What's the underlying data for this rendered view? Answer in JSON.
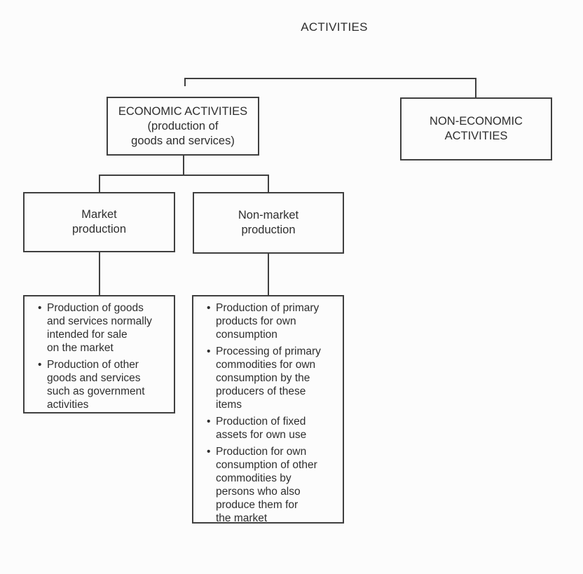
{
  "title": "ACTIVITIES",
  "bullet_char": "•",
  "nodes": {
    "economic": {
      "label": "ECONOMIC ACTIVITIES\n(production of\ngoods and services)"
    },
    "non_economic": {
      "label": "NON-ECONOMIC\nACTIVITIES"
    },
    "market": {
      "label": "Market\nproduction"
    },
    "non_market": {
      "label": "Non-market\nproduction"
    }
  },
  "market_details": {
    "items": [
      "Production of goods\nand services normally\nintended for sale\non the market",
      "Production of other\ngoods and services\nsuch as government\nactivities"
    ]
  },
  "non_market_details": {
    "items": [
      "Production of primary\nproducts for own\nconsumption",
      "Processing of primary\ncommodities for own\nconsumption by the\nproducers of these\nitems",
      "Production of fixed\nassets for own use",
      "Production for own\nconsumption of other\ncommodities by\npersons who also\nproduce them for\nthe market"
    ]
  },
  "colors": {
    "line": "#3f3f3f",
    "text": "#2e2e2e",
    "background": "#fcfcfc"
  }
}
